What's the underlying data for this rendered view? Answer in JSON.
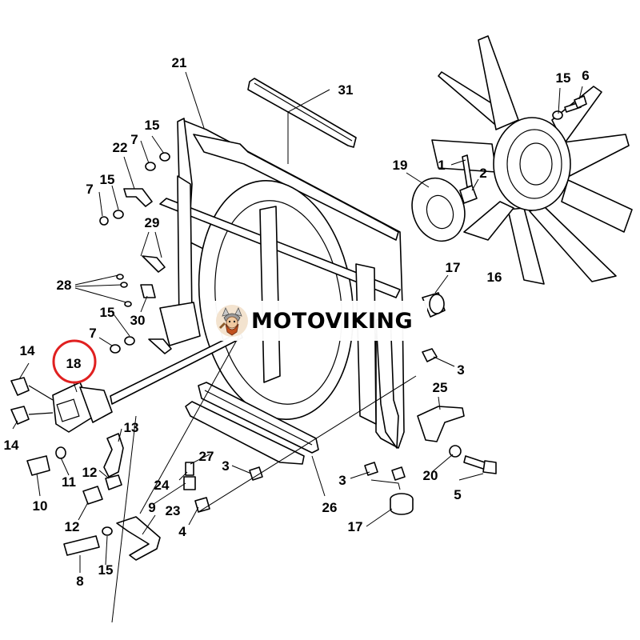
{
  "watermark": {
    "brand": "MOTOVIKING",
    "icon": "viking-mascot-icon"
  },
  "highlight": {
    "part": "18",
    "color": "#e02020"
  },
  "callouts": [
    {
      "id": "c21",
      "text": "21"
    },
    {
      "id": "c31",
      "text": "31"
    },
    {
      "id": "c15a",
      "text": "15"
    },
    {
      "id": "c6",
      "text": "6"
    },
    {
      "id": "c15b",
      "text": "15"
    },
    {
      "id": "c7a",
      "text": "7"
    },
    {
      "id": "c22",
      "text": "22"
    },
    {
      "id": "c1",
      "text": "1"
    },
    {
      "id": "c19",
      "text": "19"
    },
    {
      "id": "c2",
      "text": "2"
    },
    {
      "id": "c15c",
      "text": "15"
    },
    {
      "id": "c7b",
      "text": "7"
    },
    {
      "id": "c29",
      "text": "29"
    },
    {
      "id": "c28",
      "text": "28"
    },
    {
      "id": "c17a",
      "text": "17"
    },
    {
      "id": "c16",
      "text": "16"
    },
    {
      "id": "c15d",
      "text": "15"
    },
    {
      "id": "c30",
      "text": "30"
    },
    {
      "id": "c7c",
      "text": "7"
    },
    {
      "id": "c14a",
      "text": "14"
    },
    {
      "id": "c18",
      "text": "18"
    },
    {
      "id": "c3a",
      "text": "3"
    },
    {
      "id": "c25",
      "text": "25"
    },
    {
      "id": "c13",
      "text": "13"
    },
    {
      "id": "c14b",
      "text": "14"
    },
    {
      "id": "c27",
      "text": "27"
    },
    {
      "id": "c3b",
      "text": "3"
    },
    {
      "id": "c11",
      "text": "11"
    },
    {
      "id": "c12a",
      "text": "12"
    },
    {
      "id": "c24",
      "text": "24"
    },
    {
      "id": "c20",
      "text": "20"
    },
    {
      "id": "c3c",
      "text": "3"
    },
    {
      "id": "c5",
      "text": "5"
    },
    {
      "id": "c10",
      "text": "10"
    },
    {
      "id": "c9",
      "text": "9"
    },
    {
      "id": "c26",
      "text": "26"
    },
    {
      "id": "c23",
      "text": "23"
    },
    {
      "id": "c12b",
      "text": "12"
    },
    {
      "id": "c4",
      "text": "4"
    },
    {
      "id": "c17b",
      "text": "17"
    },
    {
      "id": "c8",
      "text": "8"
    },
    {
      "id": "c15e",
      "text": "15"
    }
  ]
}
